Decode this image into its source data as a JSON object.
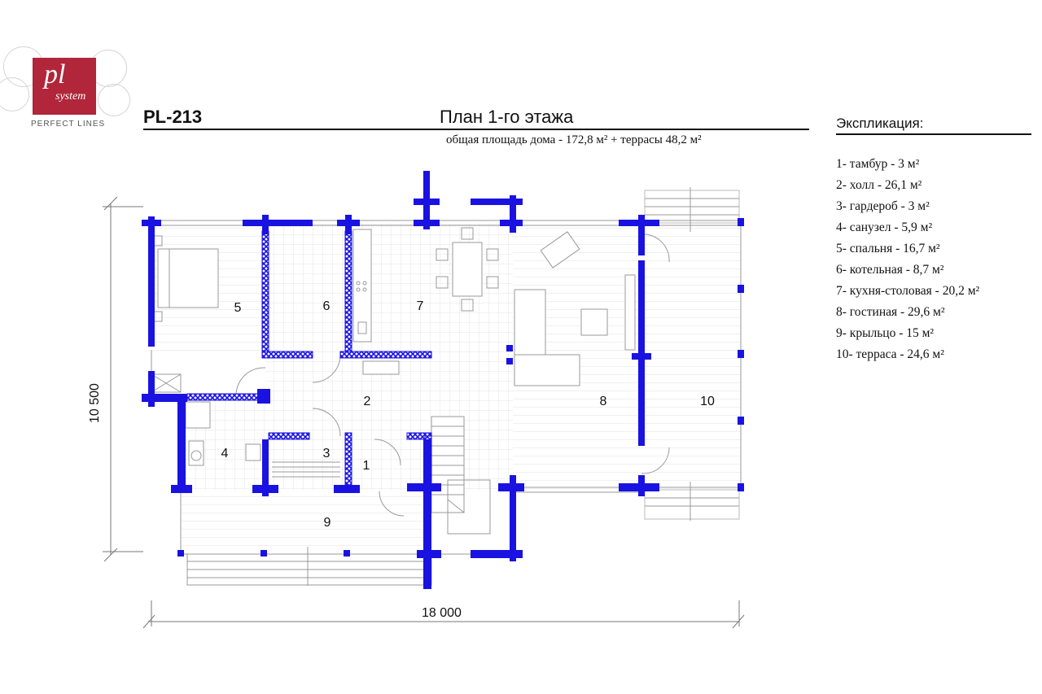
{
  "logo": {
    "mark": "pl",
    "system": "system",
    "tagline": "PERFECT LINES"
  },
  "header": {
    "code": "PL-213",
    "title": "План 1-го этажа",
    "area": "общая площадь дома - 172,8 м² + террасы 48,2 м²"
  },
  "legend": {
    "title": "Экспликация:",
    "items": [
      "1- тамбур - 3 м²",
      "2- холл - 26,1 м²",
      "3- гардероб - 3 м²",
      "4- санузел - 5,9 м²",
      "5- спальня - 16,7 м²",
      "6- котельная - 8,7 м²",
      "7- кухня-столовая - 20,2 м²",
      "8- гостиная - 29,6 м²",
      "9- крыльцо - 15 м²",
      "10- терраса - 24,6 м²"
    ]
  },
  "plan": {
    "rooms": [
      "1",
      "2",
      "3",
      "4",
      "5",
      "6",
      "7",
      "8",
      "9",
      "10"
    ],
    "dimensions": {
      "height": "10 500",
      "width": "18 000"
    },
    "wall_color": "#1a12e0",
    "partition_color": "#1a12e0"
  }
}
